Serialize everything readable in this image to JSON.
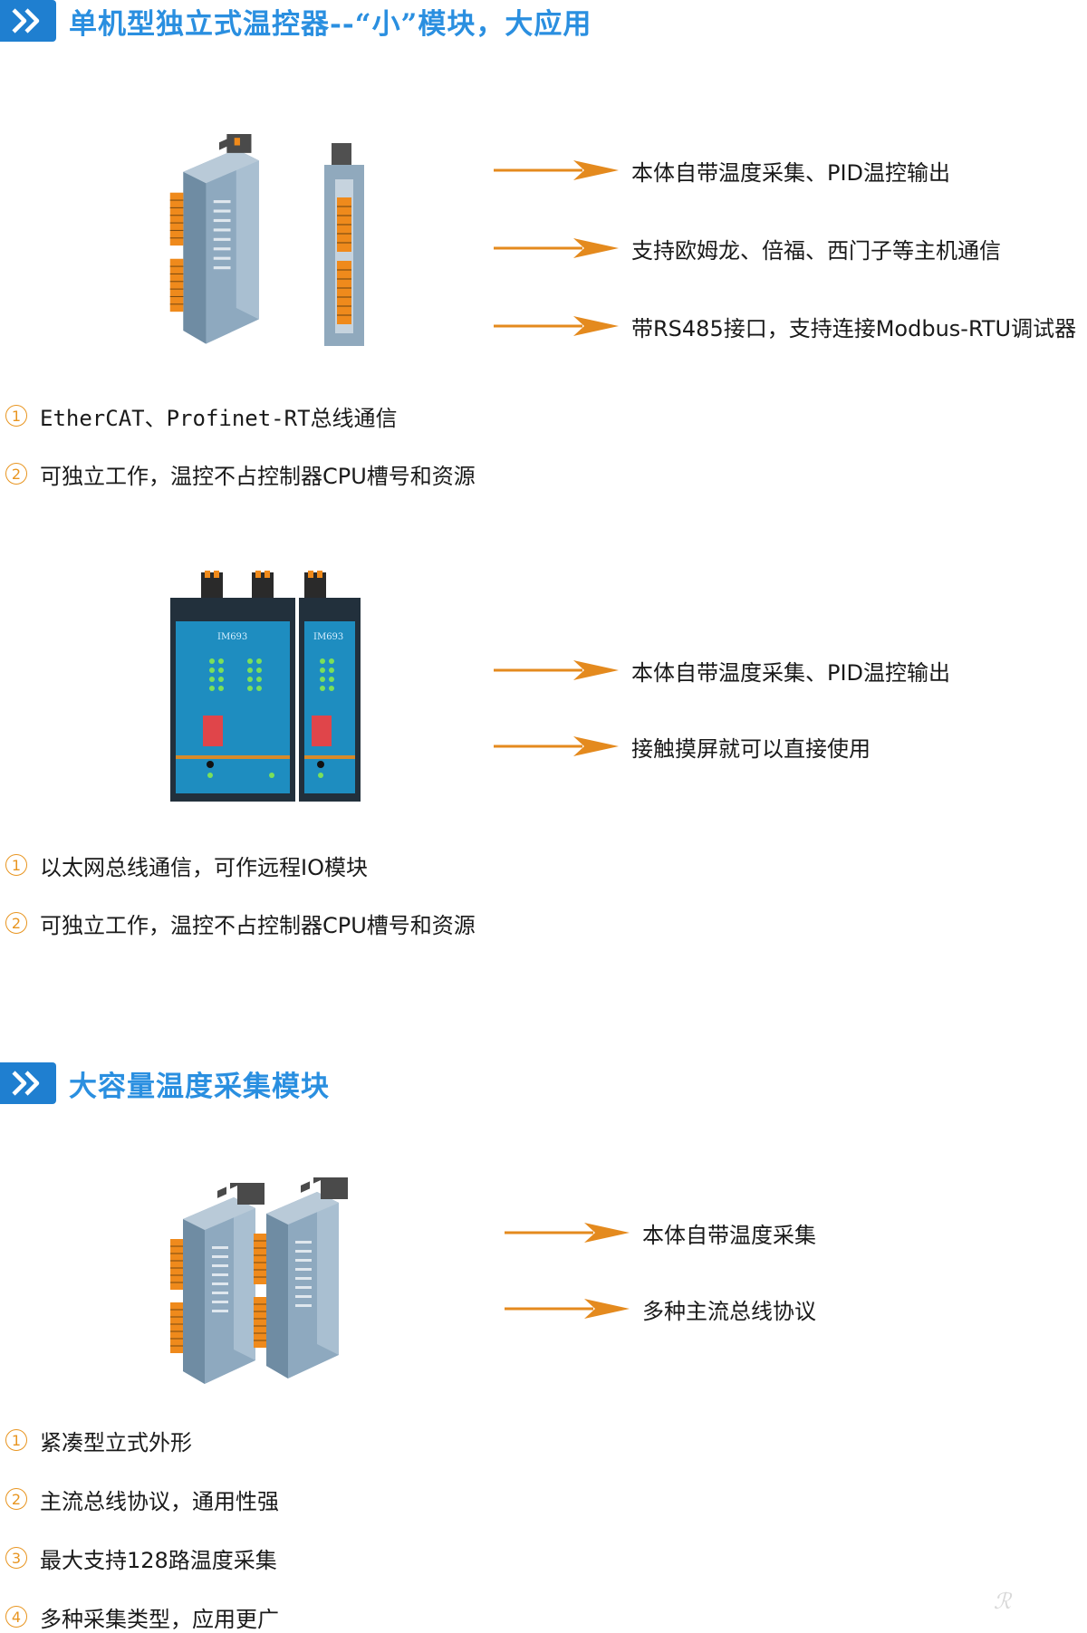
{
  "sections": [
    {
      "title": "单机型独立式温控器--“小”模块，大应用",
      "icon": "double-chevron-right-icon"
    },
    {
      "title": "大容量温度采集模块",
      "icon": "double-chevron-right-icon"
    }
  ],
  "block1": {
    "features": [
      "本体自带温度采集、PID温控输出",
      "支持欧姆龙、倍福、西门子等主机通信",
      "带RS485接口，支持连接Modbus-RTU调试器"
    ],
    "bullets": [
      {
        "num": "1",
        "text": "EtherCAT、Profinet-RT总线通信"
      },
      {
        "num": "2",
        "text": "可独立工作，温控不占控制器CPU槽号和资源"
      }
    ]
  },
  "block2": {
    "device_labels": [
      "IM693",
      "IM693"
    ],
    "features": [
      "本体自带温度采集、PID温控输出",
      "接触摸屏就可以直接使用"
    ],
    "bullets": [
      {
        "num": "1",
        "text": "以太网总线通信，可作远程IO模块"
      },
      {
        "num": "2",
        "text": "可独立工作，温控不占控制器CPU槽号和资源"
      }
    ]
  },
  "block3": {
    "features": [
      "本体自带温度采集",
      "多种主流总线协议"
    ],
    "bullets": [
      {
        "num": "1",
        "text": "紧凑型立式外形"
      },
      {
        "num": "2",
        "text": "主流总线协议，通用性强"
      },
      {
        "num": "3",
        "text": "最大支持128路温度采集"
      },
      {
        "num": "4",
        "text": "多种采集类型，应用更广"
      }
    ]
  },
  "colors": {
    "accent_blue": "#1f7fd0",
    "title_blue": "#2a8fe0",
    "arrow_orange": "#e48a1e",
    "module_blue": "#8aaac2",
    "terminal_orange": "#f08a1a"
  }
}
